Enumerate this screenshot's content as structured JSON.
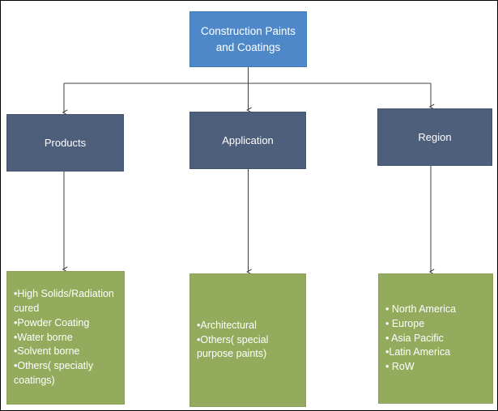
{
  "diagram": {
    "title_node": {
      "id": "construction-paints-and-coatings",
      "label_line_1": "Construction Paints",
      "label_line_2": "and Coatings",
      "color": "#4F88C9"
    },
    "category_nodes": [
      {
        "id": "products",
        "label": "Products",
        "color": "#4E5F7C"
      },
      {
        "id": "application",
        "label": "Application",
        "color": "#4E5F7C"
      },
      {
        "id": "region",
        "label": "Region",
        "color": "#4E5F7C"
      }
    ],
    "leaf_nodes": [
      {
        "id": "products-list",
        "color": "#94AB5E",
        "items": [
          "•High Solids/Radiation cured",
          "•Powder Coating",
          "•Water borne",
          "•Solvent borne",
          "•Others( speciatly coatings)"
        ]
      },
      {
        "id": "application-list",
        "color": "#94AB5E",
        "items": [
          "•Architectural",
          "•Others( special purpose paints)"
        ]
      },
      {
        "id": "region-list",
        "color": "#94AB5E",
        "items": [
          "• North America",
          "• Europe",
          "• Asia Pacific",
          "•Latin America",
          "• RoW"
        ]
      }
    ],
    "connector_color": "#404040",
    "border_color": "#000000"
  }
}
